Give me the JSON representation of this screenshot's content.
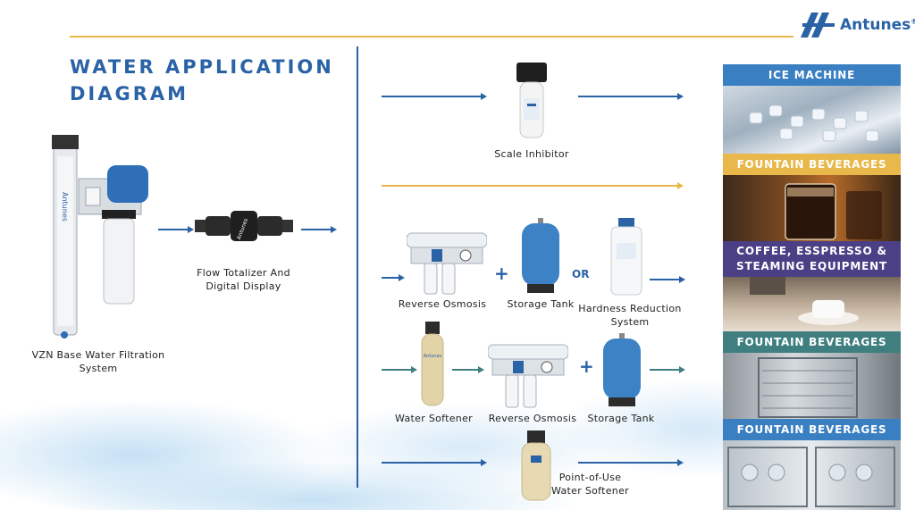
{
  "header": {
    "title": "WATER APPLICATION DIAGRAM",
    "logo_text": "Antunes",
    "logo_mark": "®"
  },
  "components": {
    "vzn": "VZN Base Water Filtration System",
    "flow_totalizer": "Flow Totalizer And Digital Display",
    "scale_inhibitor": "Scale Inhibitor",
    "reverse_osmosis_1": "Reverse Osmosis",
    "storage_tank_1": "Storage Tank",
    "or_label": "OR",
    "hardness": "Hardness Reduction System",
    "water_softener": "Water Softener",
    "reverse_osmosis_2": "Reverse Osmosis",
    "storage_tank_2": "Storage Tank",
    "pou_softener": "Point-of-Use Water Softener",
    "plus": "+"
  },
  "applications": [
    {
      "label": "ICE MACHINE",
      "color": "#3a7fc1"
    },
    {
      "label": "FOUNTAIN BEVERAGES",
      "color": "#e8b84a"
    },
    {
      "label": "COFFEE, ESSPRESSO & STEAMING EQUIPMENT",
      "color": "#4b3f86"
    },
    {
      "label": "FOUNTAIN BEVERAGES",
      "color": "#3f7f7f"
    },
    {
      "label": "FOUNTAIN BEVERAGES",
      "color": "#3a7fc1"
    }
  ],
  "colors": {
    "brand_blue": "#2a62a6",
    "gold": "#e8b84a",
    "teal_arrow": "#3f7f7f"
  }
}
